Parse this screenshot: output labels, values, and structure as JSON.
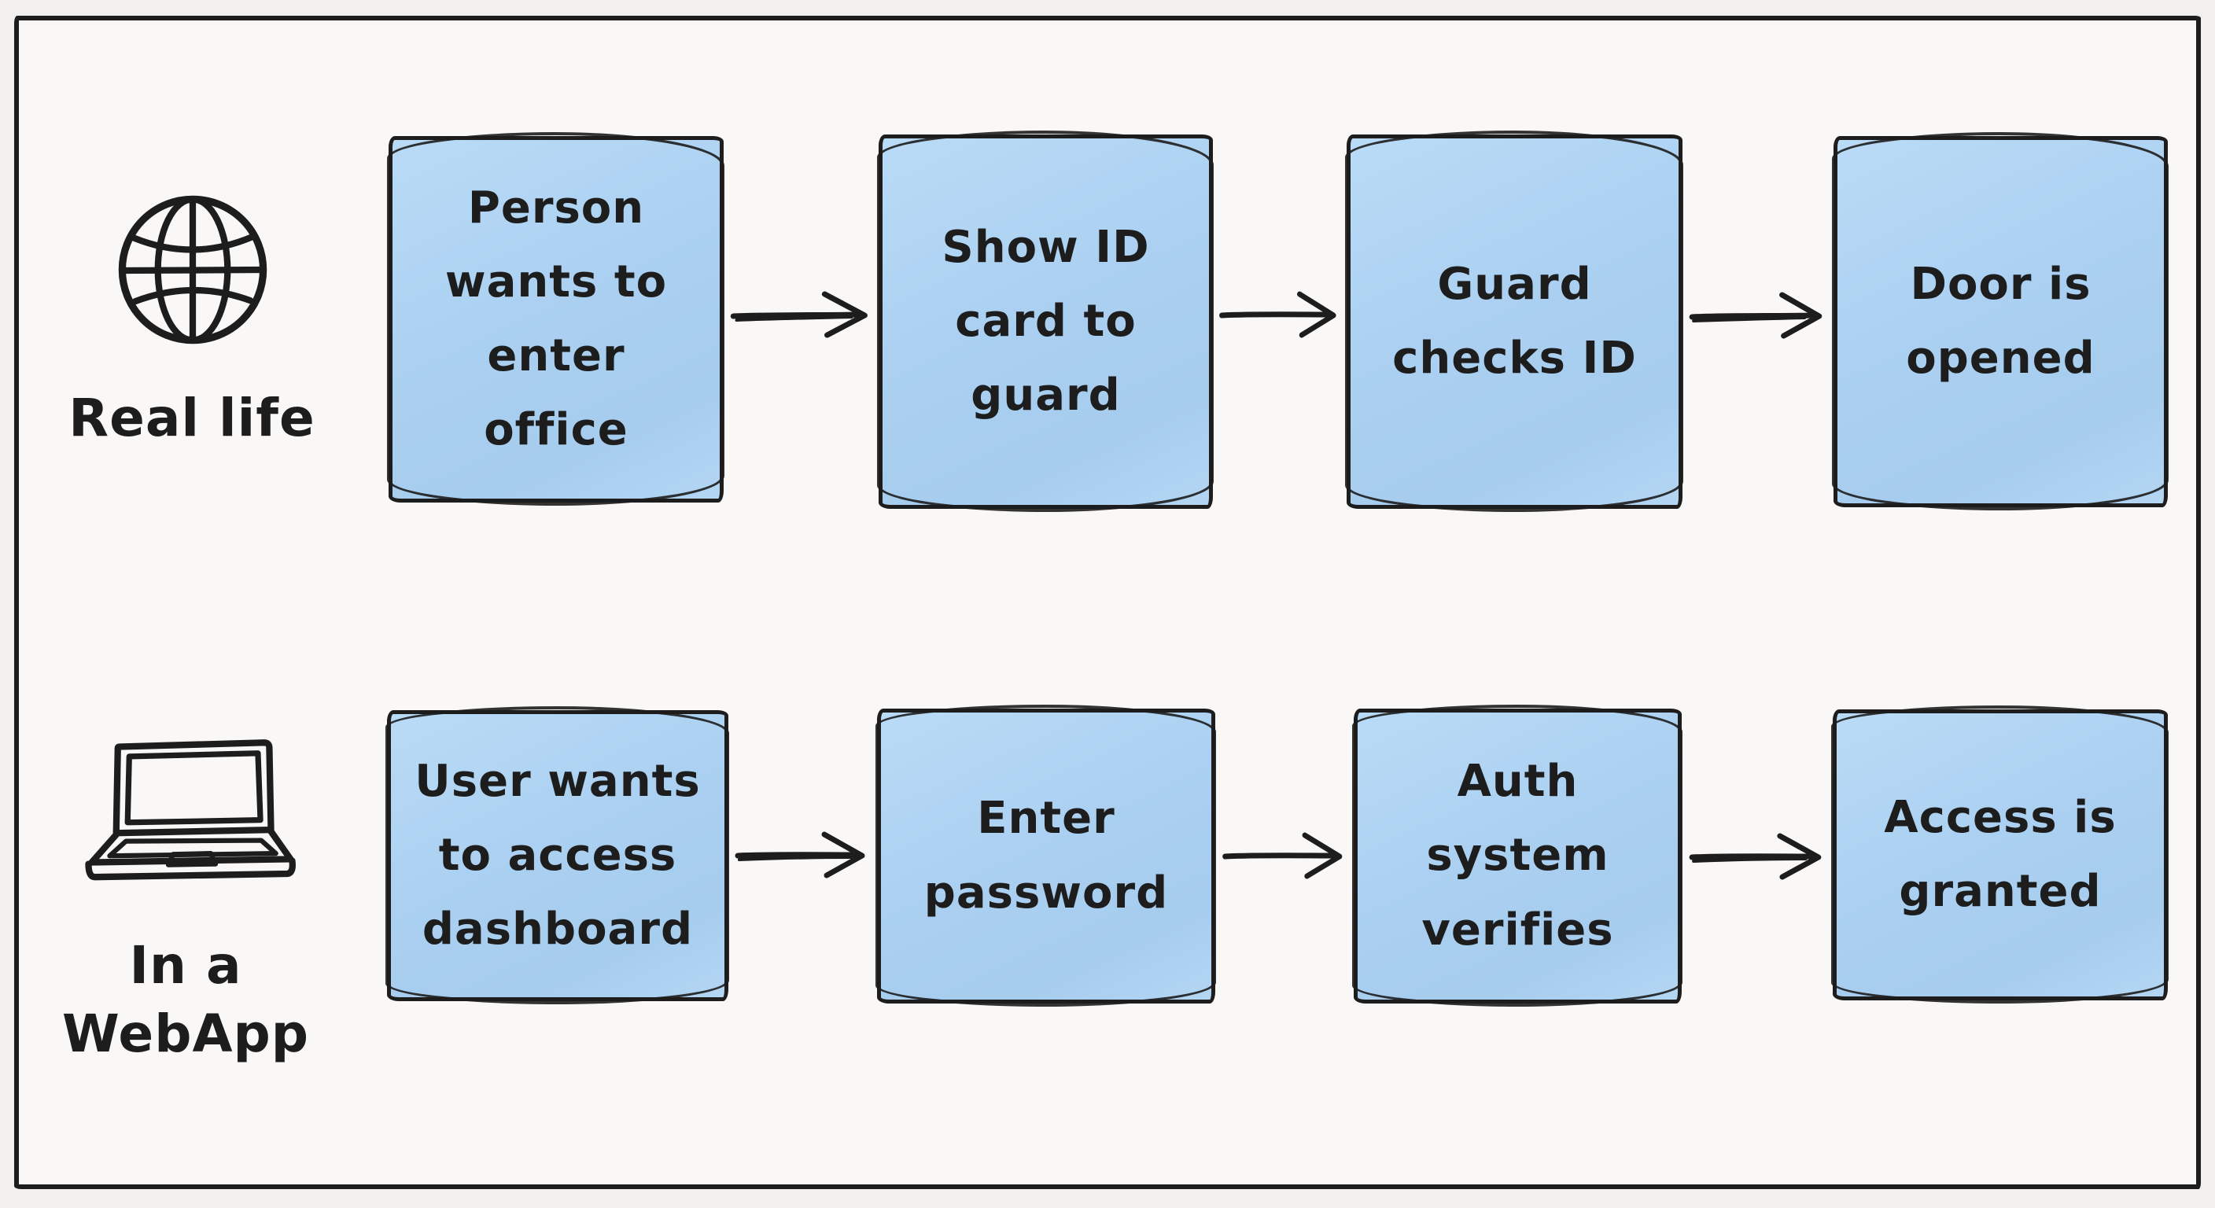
{
  "canvas": {
    "colors": {
      "ink": "#1d1d1d",
      "box_fill": "#abd0f1",
      "canvas_bg": "#f9f8f6",
      "outer_bg": "#f1f0ee"
    }
  },
  "lanes": [
    {
      "id": "real-life",
      "icon": "globe-icon",
      "label": "Real life",
      "steps": [
        "Person\nwants to\nenter\noffice",
        "Show ID\ncard to\nguard",
        "Guard\nchecks ID",
        "Door is\nopened"
      ]
    },
    {
      "id": "webapp",
      "icon": "laptop-icon",
      "label": "In a\nWebApp",
      "steps": [
        "User wants\nto access\ndashboard",
        "Enter\npassword",
        "Auth\nsystem\nverifies",
        "Access is\ngranted"
      ]
    }
  ]
}
